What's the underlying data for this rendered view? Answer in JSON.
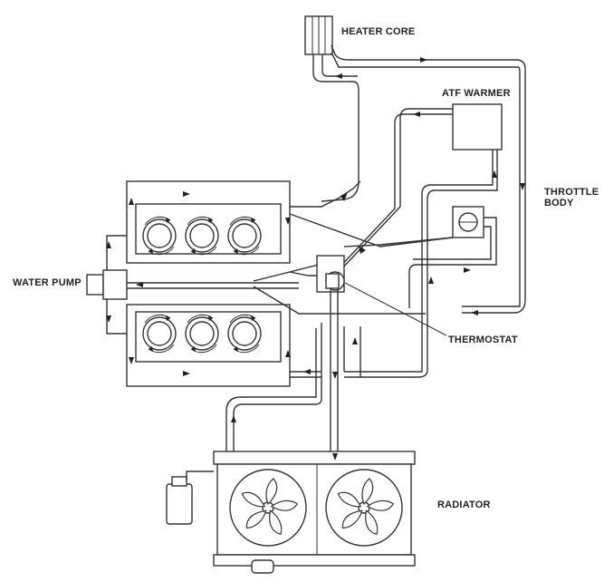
{
  "labels": {
    "heater_core": "HEATER CORE",
    "atf_warmer": "ATF WARMER",
    "throttle_body_line1": "THROTTLE",
    "throttle_body_line2": "BODY",
    "water_pump": "WATER PUMP",
    "thermostat": "THERMOSTAT",
    "radiator": "RADIATOR"
  },
  "colors": {
    "line": "#333333",
    "background": "#ffffff"
  },
  "icons": [
    "fan-icon",
    "flow-arrow-icon",
    "thermostat-icon"
  ]
}
